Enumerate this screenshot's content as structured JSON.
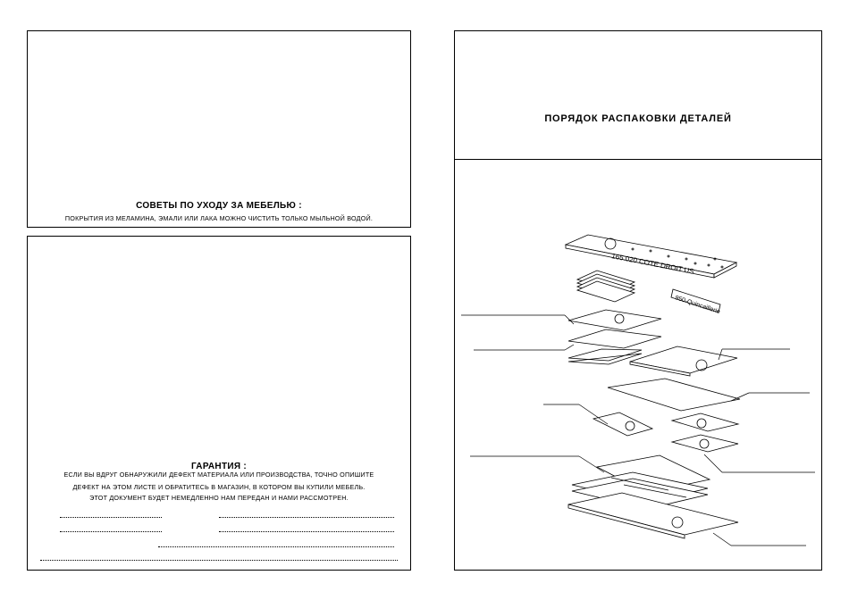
{
  "care": {
    "title": "СОВЕТЫ ПО УХОДУ ЗА МЕБЕЛЬЮ :",
    "text": "ПОКРЫТИЯ   ИЗ МЕЛАМИНА, ЭМАЛИ ИЛИ ЛАКА МОЖНО ЧИСТИТЬ ТОЛЬКО МЫЛЬНОЙ   ВОДОЙ."
  },
  "warranty": {
    "title": "ГАРАНТИЯ :",
    "lines": [
      "ЕСЛИ ВЫ ВДРУГ ОБНАРУЖИЛИ ДЕФЕКТ МАТЕРИАЛА ИЛИ ПРОИЗВОДСТВА, ТОЧНО ОПИШИТЕ",
      "ДЕФЕКТ НА ЭТОМ ЛИСТЕ И ОБРАТИТЕСЬ   В МАГАЗИН, В КОТОРОМ ВЫ   КУПИЛИ МЕБЕЛЬ.",
      "ЭТОТ ДОКУМЕНТ БУДЕТ НЕМЕДЛЕННО НАМ ПЕРЕДАН И НАМИ РАССМОТРЕН."
    ]
  },
  "unpack": {
    "title": "ПОРЯДОК  РАСПАКОВКИ  ДЕТАЛЕЙ",
    "part_label": "165.020 COTE DROIT US",
    "hardware_label": "950-Quincaillerie"
  }
}
